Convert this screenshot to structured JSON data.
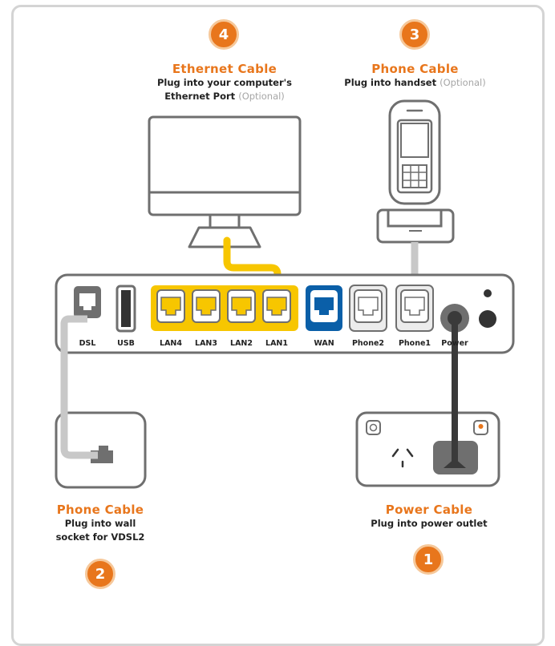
{
  "steps": {
    "ethernet": {
      "number": "4",
      "title": "Ethernet Cable",
      "desc_line1": "Plug into your computer's",
      "desc_line2": "Ethernet Port",
      "optional": "(Optional)"
    },
    "phone_handset": {
      "number": "3",
      "title": "Phone Cable",
      "desc": "Plug into handset",
      "optional": "(Optional)"
    },
    "phone_wall": {
      "number": "2",
      "title": "Phone Cable",
      "desc_line1": "Plug into wall",
      "desc_line2": "socket for VDSL2"
    },
    "power": {
      "number": "1",
      "title": "Power Cable",
      "desc": "Plug into power outlet"
    }
  },
  "ports": [
    "DSL",
    "USB",
    "LAN4",
    "LAN3",
    "LAN2",
    "LAN1",
    "WAN",
    "Phone2",
    "Phone1",
    "Power"
  ],
  "colors": {
    "accent": "#e8761c",
    "lan_yellow": "#f7c600",
    "wan_blue": "#0a5fa8",
    "outline": "#6f6f6f",
    "cable_grey": "#c8c8c8",
    "power_cable": "#3a3a3a"
  }
}
